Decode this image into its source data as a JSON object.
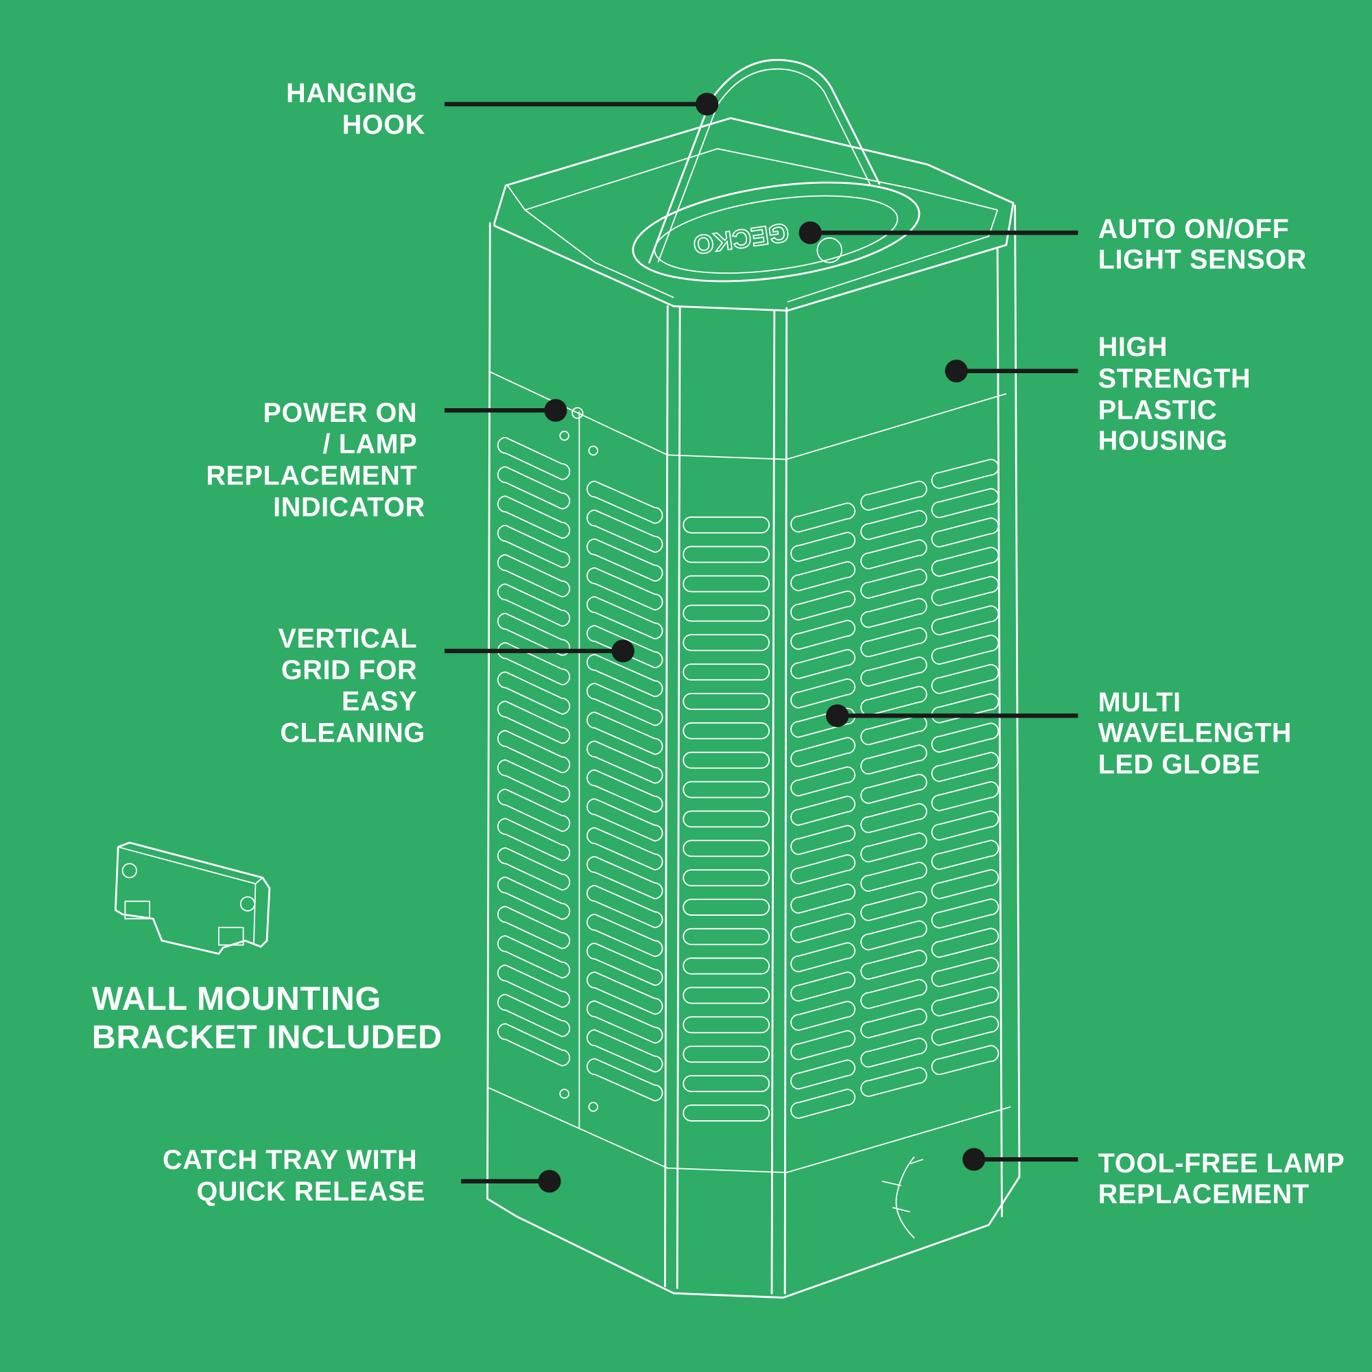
{
  "colors": {
    "background": "#2fac66",
    "line": "#ffffff",
    "leader": "#1a1a1a"
  },
  "brand_logo_text": "GECKO",
  "callouts": {
    "hanging_hook": [
      "HANGING",
      "HOOK"
    ],
    "light_sensor": [
      "AUTO ON/OFF",
      "LIGHT SENSOR"
    ],
    "housing": [
      "HIGH",
      "STRENGTH",
      "PLASTIC",
      "HOUSING"
    ],
    "power_indicator": [
      "POWER ON",
      "/ LAMP",
      "REPLACEMENT",
      "INDICATOR"
    ],
    "vertical_grid": [
      "VERTICAL",
      "GRID FOR",
      "EASY",
      "CLEANING"
    ],
    "led_globe": [
      "MULTI",
      "WAVELENGTH",
      "LED GLOBE"
    ],
    "wall_bracket": [
      "WALL MOUNTING",
      "BRACKET INCLUDED"
    ],
    "catch_tray": [
      "CATCH TRAY WITH",
      "QUICK RELEASE"
    ],
    "lamp_replacement": [
      "TOOL-FREE LAMP",
      "REPLACEMENT"
    ]
  }
}
